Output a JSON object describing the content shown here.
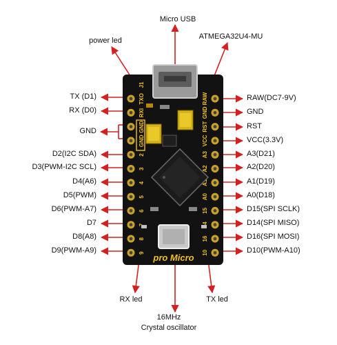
{
  "diagram": {
    "top_labels": {
      "micro_usb": "Micro USB",
      "power_led": "power led",
      "mcu": "ATMEGA32U4-MU"
    },
    "left_pins": [
      "TX (D1)",
      "RX (D0)",
      "GND",
      "D2(I2C SDA)",
      "D3(PWM-I2C SCL)",
      "D4(A6)",
      "D5(PWM)",
      "D6(PWM-A7)",
      "D7",
      "D8(A8)",
      "D9(PWM-A9)"
    ],
    "right_pins": [
      "RAW(DC7-9V)",
      "GND",
      "RST",
      "VCC(3.3V)",
      "A3(D21)",
      "A2(D20)",
      "A1(D19)",
      "A0(D18)",
      "D15(SPI SCLK)",
      "D14(SPI  MISO)",
      "D16(SPI  MOSI)",
      "D10(PWM-A10)"
    ],
    "bottom_labels": {
      "rx_led": "RX led",
      "tx_led": "TX led",
      "crystal_line1": "16MHz",
      "crystal_line2": "Crystal oscillator"
    },
    "board": {
      "silk_left": [
        "J1",
        "TXO",
        "RXI",
        "GND",
        "GND",
        "2",
        "3",
        "4",
        "5",
        "6",
        "7",
        "8",
        "9"
      ],
      "silk_right": [
        "RAW",
        "GND",
        "RST",
        "VCC",
        "A3",
        "A2",
        "A1",
        "A0",
        "15",
        "14",
        "16",
        "10"
      ],
      "brand": "pro Micro"
    },
    "colors": {
      "board": "#121212",
      "silk": "#f0c020",
      "arrow": "#d42020",
      "pad": "#c9a227"
    }
  }
}
